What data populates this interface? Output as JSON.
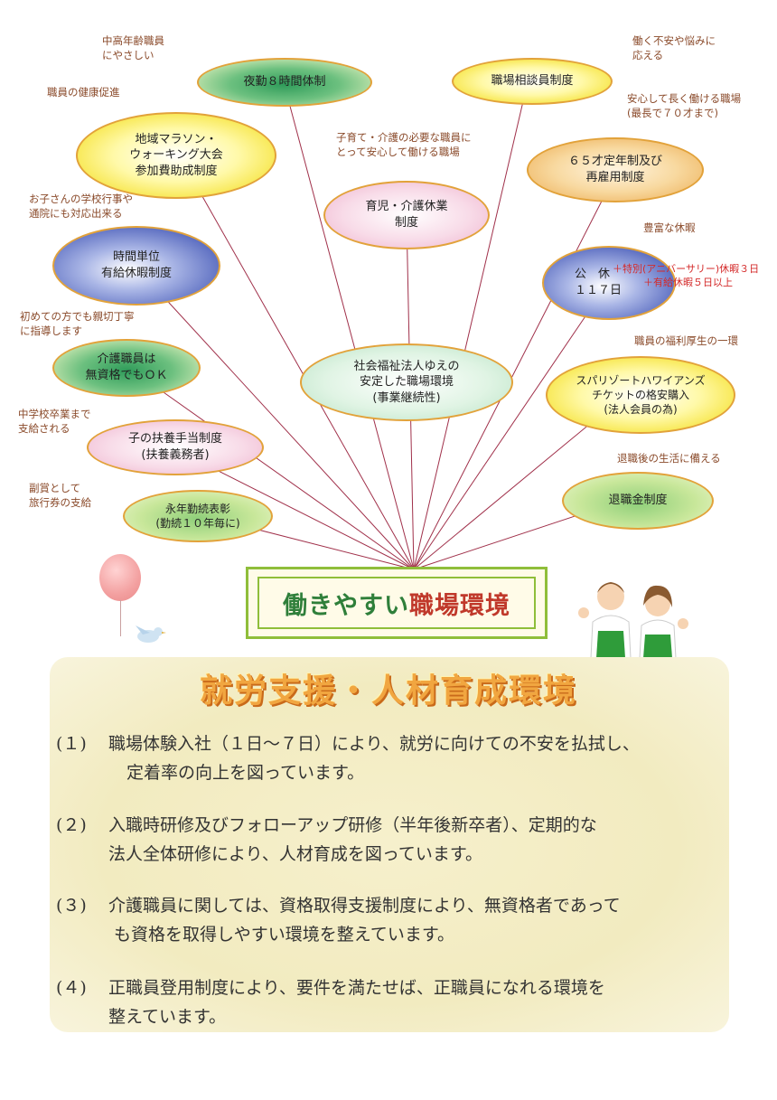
{
  "bubbles": {
    "yakin": {
      "text": "夜勤８時間体制"
    },
    "marathon": {
      "line1": "地域マラソン・",
      "line2": "ウォーキング大会",
      "line3": "参加費助成制度"
    },
    "jikan": {
      "line1": "時間単位",
      "line2": "有給休暇制度"
    },
    "kaigo_shokuin": {
      "line1": "介護職員は",
      "line2": "無資格でもＯＫ"
    },
    "fuyou": {
      "line1": "子の扶養手当制度",
      "line2": "(扶養義務者)"
    },
    "eizoku": {
      "line1": "永年勤続表彰",
      "line2": "(勤続１０年毎に)"
    },
    "ikuji": {
      "line1": "育児・介護休業",
      "line2": "制度"
    },
    "center": {
      "line1": "社会福祉法人ゆえの",
      "line2": "安定した職場環境",
      "line3": "(事業継続性)"
    },
    "soudan": {
      "text": "職場相談員制度"
    },
    "teinen": {
      "line1": "６５才定年制及び",
      "line2": "再雇用制度"
    },
    "kyujitsu": {
      "line1_a": "公　休",
      "line1_b": "＋特別(アニバーサリー)休暇３日",
      "line2_a": "１１７日",
      "line2_b": "＋有給休暇５日以上"
    },
    "spa": {
      "line1": "スパリゾートハワイアンズ",
      "line2": "チケットの格安購入",
      "line3": "(法人会員の為)"
    },
    "taishoku": {
      "text": "退職金制度"
    }
  },
  "notes": {
    "chukounen": {
      "line1": "中高年齢職員",
      "line2": "にやさしい"
    },
    "kenko": {
      "text": "職員の健康促進"
    },
    "okosan": {
      "line1": "お子さんの学校行事や",
      "line2": "通院にも対応出来る"
    },
    "hajimete": {
      "line1": "初めての方でも親切丁寧",
      "line2": "に指導します"
    },
    "chugaku": {
      "line1": "中学校卒業まで",
      "line2": "支給される"
    },
    "fukushou": {
      "line1": "副賞として",
      "line2": "旅行券の支給"
    },
    "kosodate": {
      "line1": "子育て・介護の必要な職員に",
      "line2": "とって安心して働ける職場"
    },
    "hataraku_fuan": {
      "line1": "働く不安や悩みに",
      "line2": "応える"
    },
    "anshin": {
      "line1": "安心して長く働ける職場",
      "line2": "(最長で７０才まで)"
    },
    "houfu": {
      "text": "豊富な休暇"
    },
    "fukuri": {
      "text": "職員の福利厚生の一環"
    },
    "taishokugo": {
      "text": "退職後の生活に備える"
    }
  },
  "main_title": {
    "part1": "働きやすい",
    "part2": "職場環境"
  },
  "section_title": "就労支援・人材育成環境",
  "items": [
    {
      "num": "(１)",
      "line1": "職場体験入社（１日～７日）により、就労に向けての不安を払拭し、",
      "line2": "定着率の向上を図っています。"
    },
    {
      "num": "(２)",
      "line1": "入職時研修及びフォローアップ研修（半年後新卒者）、定期的な",
      "line2": "法人全体研修により、人材育成を図っています。"
    },
    {
      "num": "(３)",
      "line1": "介護職員に関しては、資格取得支援制度により、無資格者であって",
      "line2": "も資格を取得しやすい環境を整えています。"
    },
    {
      "num": "(４)",
      "line1": "正職員登用制度により、要件を満たせば、正職員になれる環境を",
      "line2": "整えています。"
    }
  ],
  "colors": {
    "ray": "#a0304a",
    "frame": "#8fbe3a",
    "title_orange": "#f1a640"
  }
}
